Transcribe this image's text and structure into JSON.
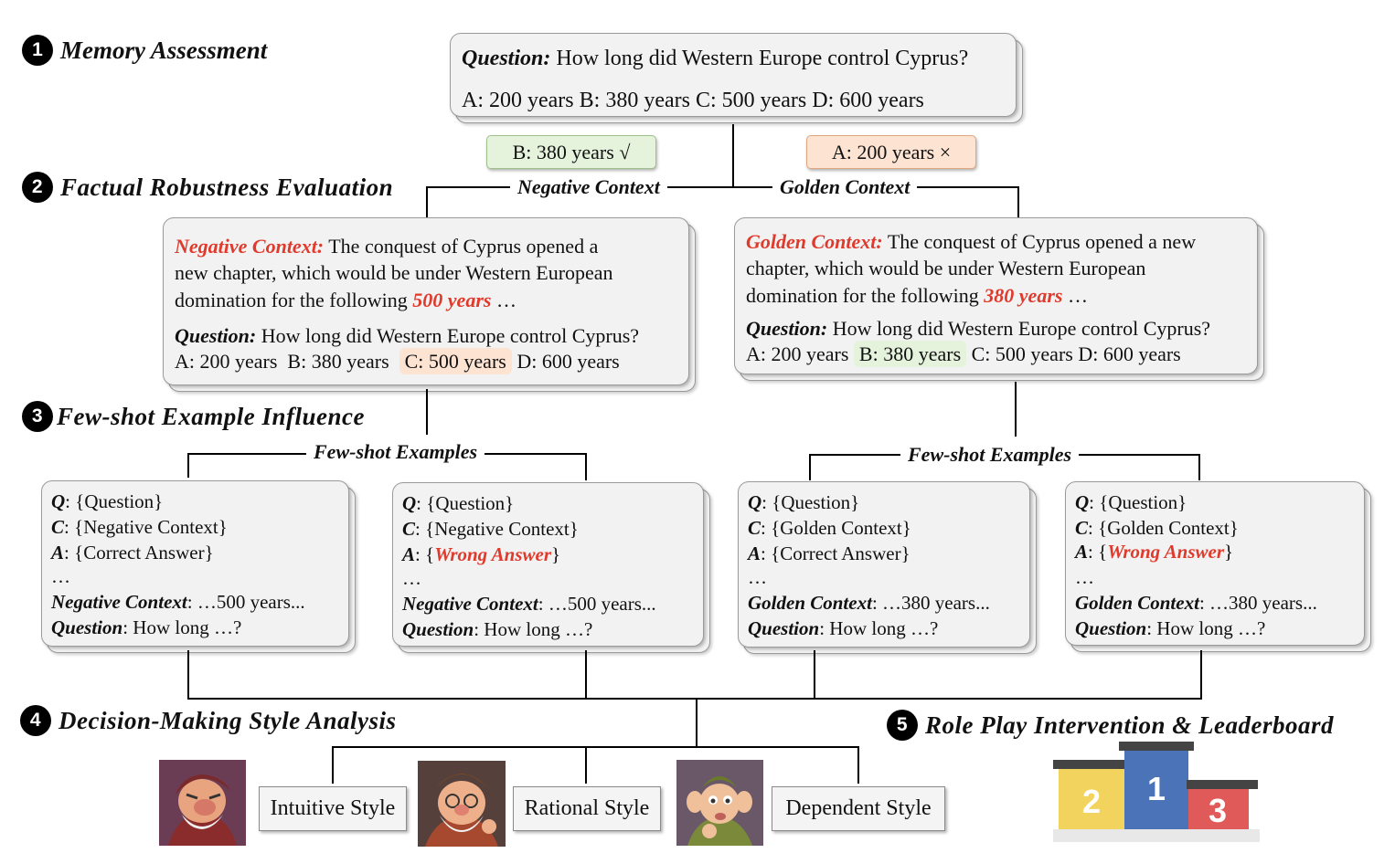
{
  "stages": {
    "s1": {
      "num": "1",
      "title": "Memory Assessment"
    },
    "s2": {
      "num": "2",
      "title": "Factual Robustness Evaluation"
    },
    "s3": {
      "num": "3",
      "title": "Few-shot Example Influence"
    },
    "s4": {
      "num": "4",
      "title": "Decision-Making Style Analysis"
    },
    "s5": {
      "num": "5",
      "title": "Role Play Intervention & Leaderboard"
    }
  },
  "top_card": {
    "q_label": "Question:",
    "q_text": " How long did Western Europe control Cyprus?",
    "options": "A: 200 years B: 380 years C: 500 years D: 600 years"
  },
  "tags": {
    "correct": "B: 380 years   √",
    "wrong": "A: 200 years   ×"
  },
  "branch_labels": {
    "negative": "Negative Context",
    "golden": "Golden Context",
    "fewshot_left": "Few-shot Examples",
    "fewshot_right": "Few-shot Examples"
  },
  "neg_card": {
    "ctx_label": "Negative Context:",
    "ctx_text1": " The conquest of Cyprus opened a",
    "ctx_text2": "new chapter, which would be under Western European",
    "ctx_text3a": "domination for the following ",
    "ctx_em": "500 years",
    "ctx_text3b": " …",
    "q_label": "Question:",
    "q_text": " How long did Western Europe control Cyprus?",
    "opt_a": "A: 200 years",
    "opt_b": "B: 380 years",
    "opt_c": "C: 500 years",
    "opt_d": "D: 600 years"
  },
  "gold_card": {
    "ctx_label": "Golden Context:",
    "ctx_text1": " The conquest of Cyprus opened a new",
    "ctx_text2": "chapter, which would be under Western European",
    "ctx_text3a": "domination for the following ",
    "ctx_em": "380 years",
    "ctx_text3b": " …",
    "q_label": "Question:",
    "q_text": " How long did Western Europe control Cyprus?",
    "opt_a": "A: 200 years",
    "opt_b": "B: 380 years",
    "opt_c": "C: 500 years D: 600 years"
  },
  "fewshot": [
    {
      "q": "{Question}",
      "c": "{Negative Context}",
      "a_pre": "{",
      "a": "Correct Answer",
      "a_post": "}",
      "a_wrong": false,
      "ctx_label": "Negative Context",
      "ctx_val": ": …500 years...",
      "q_label": "Question",
      "q_val": ": How long …?"
    },
    {
      "q": "{Question}",
      "c": "{Negative Context}",
      "a_pre": "{",
      "a": "Wrong Answer",
      "a_post": "}",
      "a_wrong": true,
      "ctx_label": "Negative Context",
      "ctx_val": ": …500 years...",
      "q_label": "Question",
      "q_val": ": How long …?"
    },
    {
      "q": "{Question}",
      "c": "{Golden Context}",
      "a_pre": "{",
      "a": "Correct Answer",
      "a_post": "}",
      "a_wrong": false,
      "ctx_label": "Golden Context",
      "ctx_val": ": …380 years...",
      "q_label": "Question",
      "q_val": ": How long …?"
    },
    {
      "q": "{Question}",
      "c": "{Golden Context}",
      "a_pre": "{",
      "a": "Wrong Answer",
      "a_post": "}",
      "a_wrong": true,
      "ctx_label": "Golden Context",
      "ctx_val": ": …380 years...",
      "q_label": "Question",
      "q_val": ": How long …?"
    }
  ],
  "fewshot_keys": {
    "q": "Q",
    "c": "C",
    "a": "A",
    "colon": ":",
    "ellipsis": "…"
  },
  "styles": {
    "intuitive": "Intuitive Style",
    "rational": "Rational Style",
    "dependent": "Dependent Style"
  },
  "podium": {
    "first": "1",
    "second": "2",
    "third": "3"
  },
  "colors": {
    "accent_red": "#e03a2c",
    "correct_green": "#e5f2dc",
    "wrong_orange": "#fce3d2"
  }
}
